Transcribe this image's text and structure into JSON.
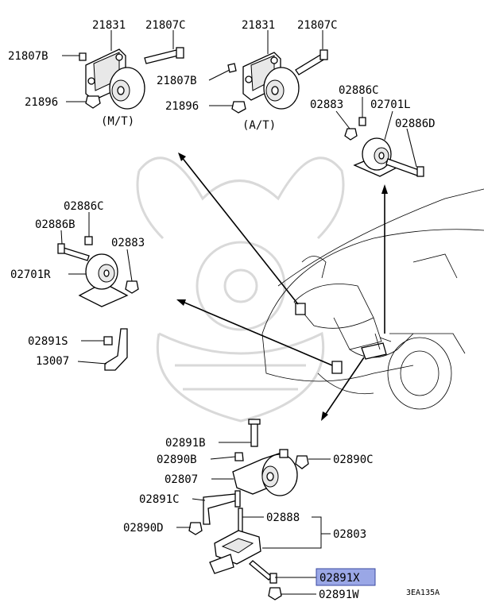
{
  "callouts": {
    "mt_21831": "21831",
    "mt_21807c": "21807C",
    "mt_21807b": "21807B",
    "mt_21896": "21896",
    "mt_variant": "(M/T)",
    "at_21831": "21831",
    "at_21807c": "21807C",
    "at_21807b": "21807B",
    "at_21896": "21896",
    "at_variant": "(A/T)",
    "r_02886c": "02886C",
    "r_02883": "02883",
    "r_02701l": "02701L",
    "r_02886d": "02886D",
    "l_02886c": "02886C",
    "l_02886b": "02886B",
    "l_02883": "02883",
    "l_02701r": "02701R",
    "b_02891s": "02891S",
    "b_13007": "13007",
    "p_02891b": "02891B",
    "p_02890b": "02890B",
    "p_02890c": "02890C",
    "p_02807": "02807",
    "p_02891c": "02891C",
    "p_02888": "02888",
    "p_02803": "02803",
    "p_02890d": "02890D",
    "p_02891x": "02891X",
    "p_02891w": "02891W"
  },
  "figure_code": "3EA135A",
  "highlight_color": "#9aa7e6"
}
